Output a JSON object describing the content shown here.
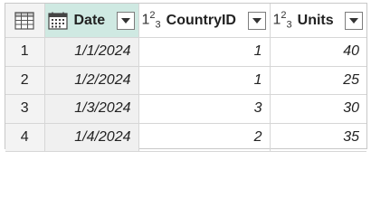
{
  "columns": [
    {
      "label": "Date",
      "type_icon": "calendar-icon"
    },
    {
      "label": "CountryID",
      "type_icon": "1²3"
    },
    {
      "label": "Units",
      "type_icon": "1²3"
    }
  ],
  "rows": [
    {
      "num": "1",
      "date": "1/1/2024",
      "country": "1",
      "units": "40"
    },
    {
      "num": "2",
      "date": "1/2/2024",
      "country": "1",
      "units": "25"
    },
    {
      "num": "3",
      "date": "1/3/2024",
      "country": "3",
      "units": "30"
    },
    {
      "num": "4",
      "date": "1/4/2024",
      "country": "2",
      "units": "35"
    }
  ],
  "colors": {
    "selected_header": "#cfe9e2",
    "row_header": "#f3f3f3",
    "border": "#d6d6d6"
  }
}
